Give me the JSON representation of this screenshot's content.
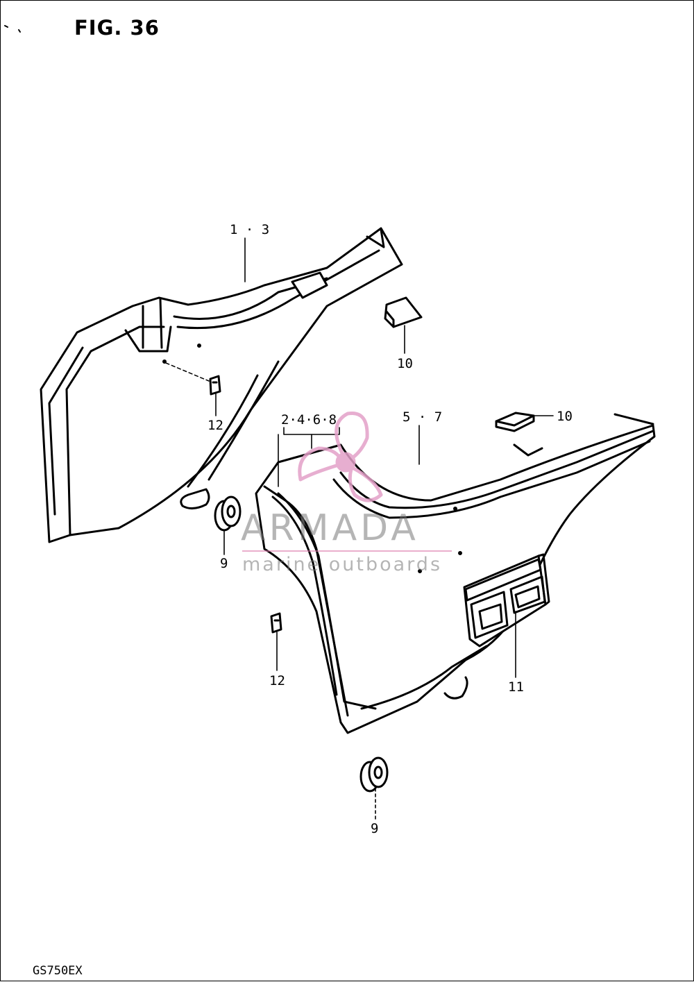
{
  "figure": {
    "title": "FIG. 36",
    "model": "GS750EX"
  },
  "callouts": {
    "c1": "1 · 3",
    "c2": "10",
    "c3": "12",
    "c4": "2·4·6·8",
    "c5": "5 · 7",
    "c6": "10",
    "c7": "9",
    "c8": "12",
    "c9": "11",
    "c10": "9"
  },
  "watermark": {
    "brand": "ARMADA",
    "tagline": "marine outboards",
    "logo_icon": "propeller-icon"
  },
  "colors": {
    "ink": "#000000",
    "paper": "#ffffff",
    "watermark_pink": "#e3a0c8",
    "watermark_grey": "#8a8a8a"
  }
}
